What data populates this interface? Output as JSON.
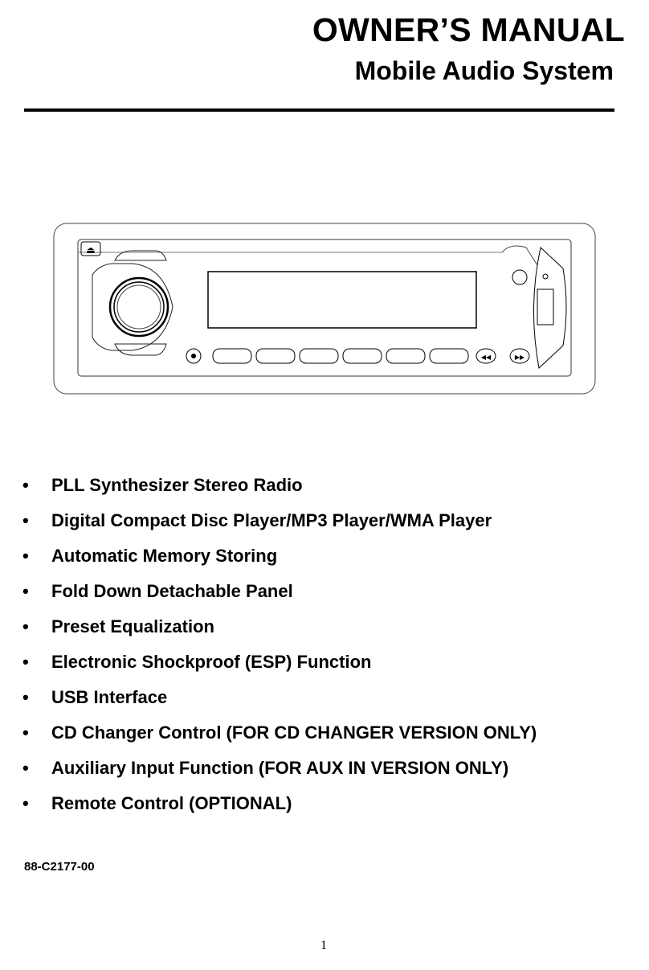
{
  "header": {
    "title": "OWNER’S MANUAL",
    "subtitle": "Mobile Audio System"
  },
  "illustration": {
    "subject": "car-stereo-front-panel",
    "eject_symbol": "⏏",
    "dot_symbol": "●",
    "rewind_symbol": "◀◀",
    "forward_symbol": "▶▶"
  },
  "features": [
    "PLL Synthesizer Stereo Radio",
    "Digital Compact Disc Player/MP3 Player/WMA Player",
    "Automatic Memory Storing",
    "Fold Down Detachable Panel",
    "Preset Equalization",
    "Electronic Shockproof (ESP) Function",
    "USB Interface",
    "CD Changer Control (FOR CD CHANGER VERSION ONLY)",
    "Auxiliary Input Function (FOR AUX IN VERSION ONLY)",
    "Remote Control (OPTIONAL)"
  ],
  "footer": {
    "doc_code": "88-C2177-00",
    "page_number": "1"
  },
  "bullet_char": "•"
}
